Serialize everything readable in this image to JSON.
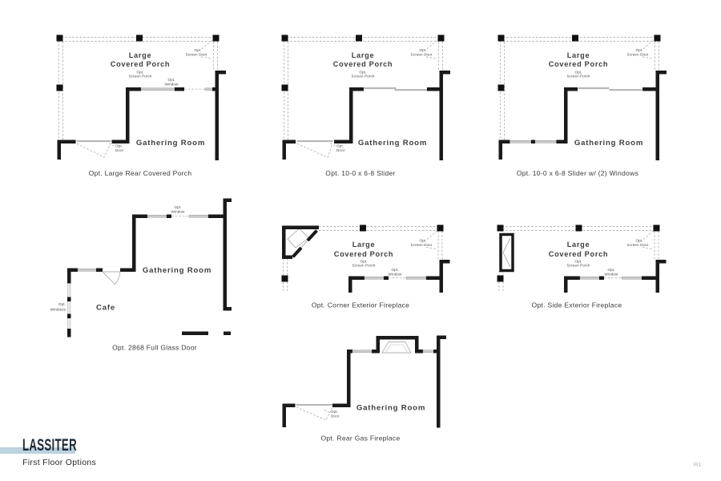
{
  "footer": {
    "plan_name": "LASSITER",
    "subtitle": "First Floor Options",
    "revision": "R1"
  },
  "colors": {
    "wall": "#1a1a1a",
    "accent_band": "#bcd2de",
    "window_fill": "#c9c9c9",
    "dashed_line": "#b3b3b3"
  },
  "plans": [
    {
      "caption": "Opt. Large Rear Covered Porch",
      "porch": [
        "Large",
        "Covered Porch"
      ],
      "screen_porch": [
        "Opt.",
        "Screen Porch"
      ],
      "screen_door": [
        "Opt.",
        "Screen Door"
      ],
      "window": [
        "Opt.",
        "Window"
      ],
      "door": [
        "Opt.",
        "Door"
      ],
      "room": "Gathering Room"
    },
    {
      "caption": "Opt. 10-0 x 6-8 Slider",
      "porch": [
        "Large",
        "Covered Porch"
      ],
      "screen_porch": [
        "Opt.",
        "Screen Porch"
      ],
      "screen_door": [
        "Opt.",
        "Screen Door"
      ],
      "door": [
        "Opt.",
        "Door"
      ],
      "room": "Gathering Room"
    },
    {
      "caption": "Opt. 10-0 x 6-8 Slider w/ (2) Windows",
      "porch": [
        "Large",
        "Covered Porch"
      ],
      "screen_porch": [
        "Opt.",
        "Screen Porch"
      ],
      "screen_door": [
        "Opt.",
        "Screen Door"
      ],
      "room": "Gathering Room"
    },
    {
      "caption": "Opt. 2868 Full Glass Door",
      "window": [
        "Opt.",
        "Window"
      ],
      "windows": [
        "Opt.",
        "Windows"
      ],
      "room": "Gathering Room",
      "cafe": "Cafe"
    },
    {
      "caption": "Opt. Corner Exterior Fireplace",
      "porch": [
        "Large",
        "Covered Porch"
      ],
      "screen_porch": [
        "Opt.",
        "Screen Porch"
      ],
      "screen_door": [
        "Opt.",
        "Screen Door"
      ],
      "window": [
        "Opt.",
        "Window"
      ]
    },
    {
      "caption": "Opt. Side Exterior Fireplace",
      "porch": [
        "Large",
        "Covered Porch"
      ],
      "screen_porch": [
        "Opt.",
        "Screen Porch"
      ],
      "screen_door": [
        "Opt.",
        "Screen Door"
      ],
      "window": [
        "Opt.",
        "Window"
      ]
    },
    {
      "caption": "Opt. Rear Gas Fireplace",
      "door": [
        "Opt.",
        "Door"
      ],
      "room": "Gathering Room"
    }
  ]
}
